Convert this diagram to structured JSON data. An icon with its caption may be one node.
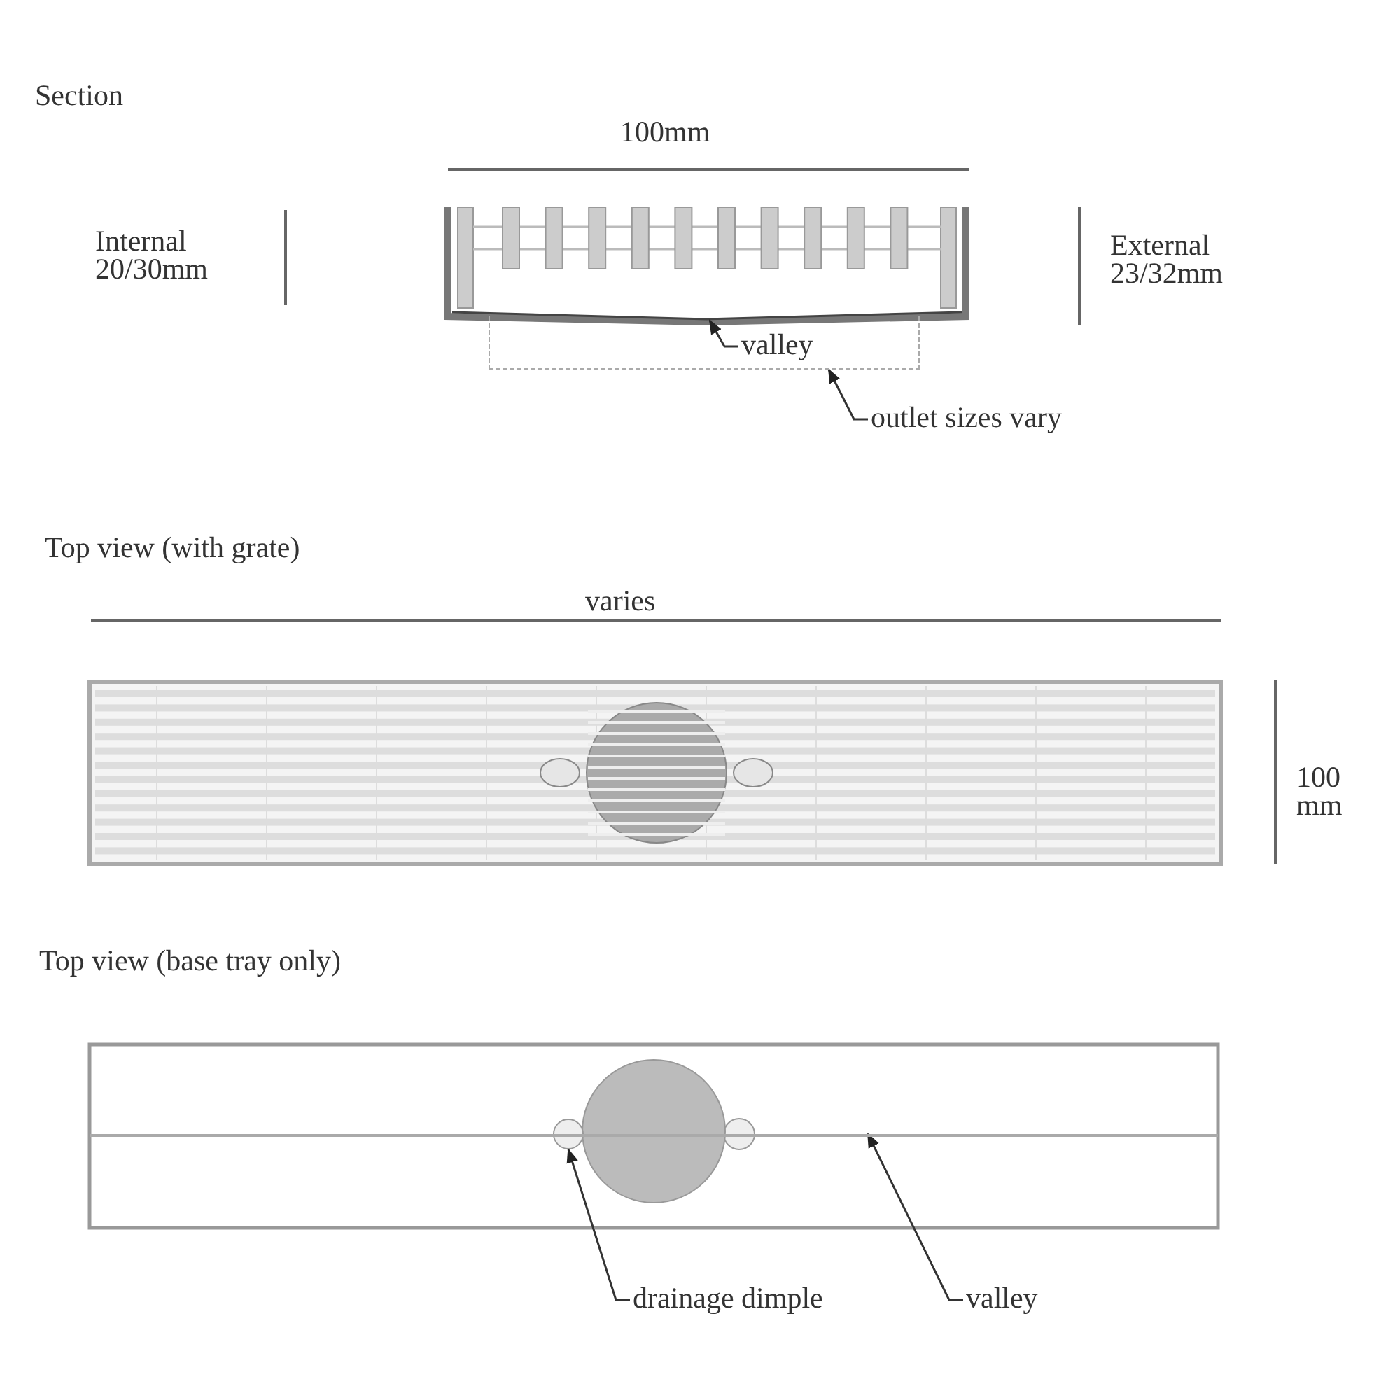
{
  "diagram": {
    "nodes": [
      {
        "text": [],
        "shape": "box"
      },
      {
        "text": [
          "valley"
        ],
        "in": 0
      },
      {
        "text": [
          "outlet sizes vary"
        ]
      },
      {
        "text": [],
        "shape": "circle"
      },
      {
        "text": [
          "drainage dimple"
        ]
      },
      {
        "text": [],
        "shape": "bar"
      },
      {
        "text": [
          "valley"
        ]
      }
    ],
    "edges": [
      {
        "from": 1,
        "to": null,
        "arrow": "to"
      },
      {
        "from": 2,
        "to": 0,
        "arrow": "to"
      },
      {
        "from": 4,
        "to": 3,
        "arrow": "to"
      },
      {
        "from": 6,
        "to": 5,
        "arrow": "to"
      }
    ],
    "labels": [
      "Section",
      "100mm",
      "Internal 20/30mm",
      "External 23/32mm",
      "Top view (with grate)",
      "varies",
      "100 mm",
      "Top view (base tray only)"
    ]
  }
}
